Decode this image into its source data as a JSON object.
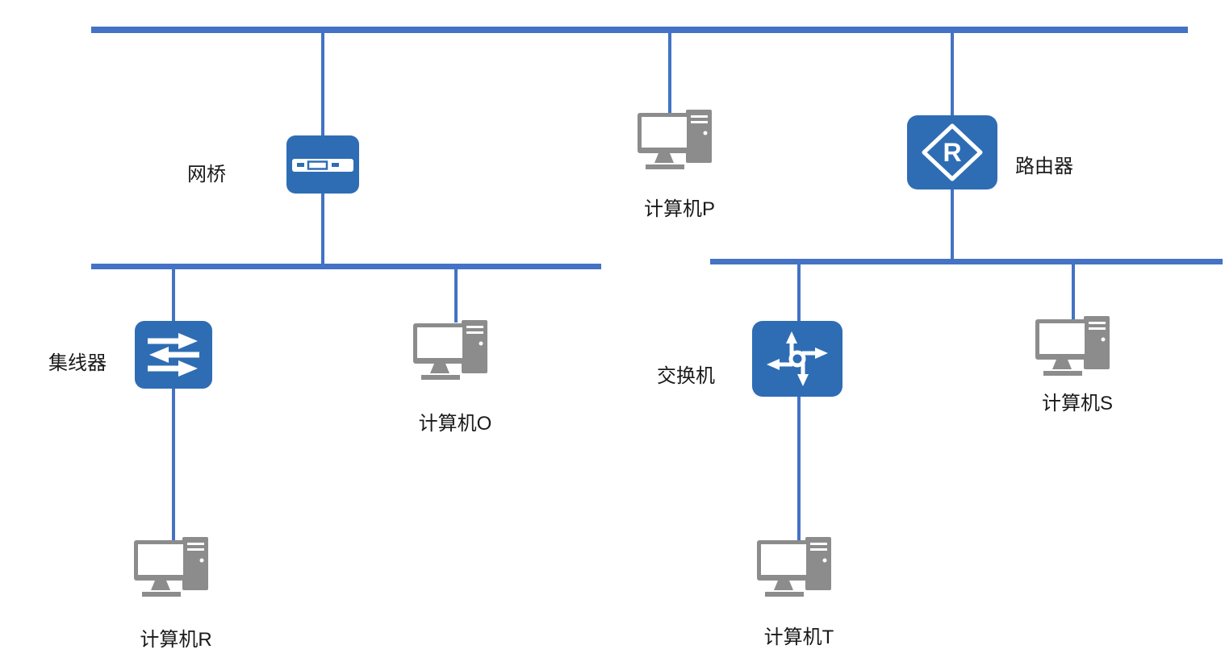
{
  "diagram": {
    "type": "network-topology",
    "nodes": {
      "bridge": {
        "label": "网桥"
      },
      "computer_p": {
        "label": "计算机P"
      },
      "router": {
        "label": "路由器",
        "letter": "R"
      },
      "hub": {
        "label": "集线器"
      },
      "computer_o": {
        "label": "计算机O"
      },
      "switch": {
        "label": "交换机"
      },
      "computer_s": {
        "label": "计算机S"
      },
      "computer_r": {
        "label": "计算机R"
      },
      "computer_t": {
        "label": "计算机T"
      }
    },
    "edges": [
      [
        "top-bus",
        "bridge"
      ],
      [
        "top-bus",
        "computer_p"
      ],
      [
        "top-bus",
        "router"
      ],
      [
        "bridge",
        "left-bus"
      ],
      [
        "router",
        "right-bus"
      ],
      [
        "left-bus",
        "hub"
      ],
      [
        "left-bus",
        "computer_o"
      ],
      [
        "hub",
        "computer_r"
      ],
      [
        "right-bus",
        "switch"
      ],
      [
        "right-bus",
        "computer_s"
      ],
      [
        "switch",
        "computer_t"
      ]
    ],
    "colors": {
      "bus": "#4472C4",
      "device": "#2E6DB4",
      "computer": "#8C8C8C",
      "label": "#1A1A1A"
    }
  }
}
